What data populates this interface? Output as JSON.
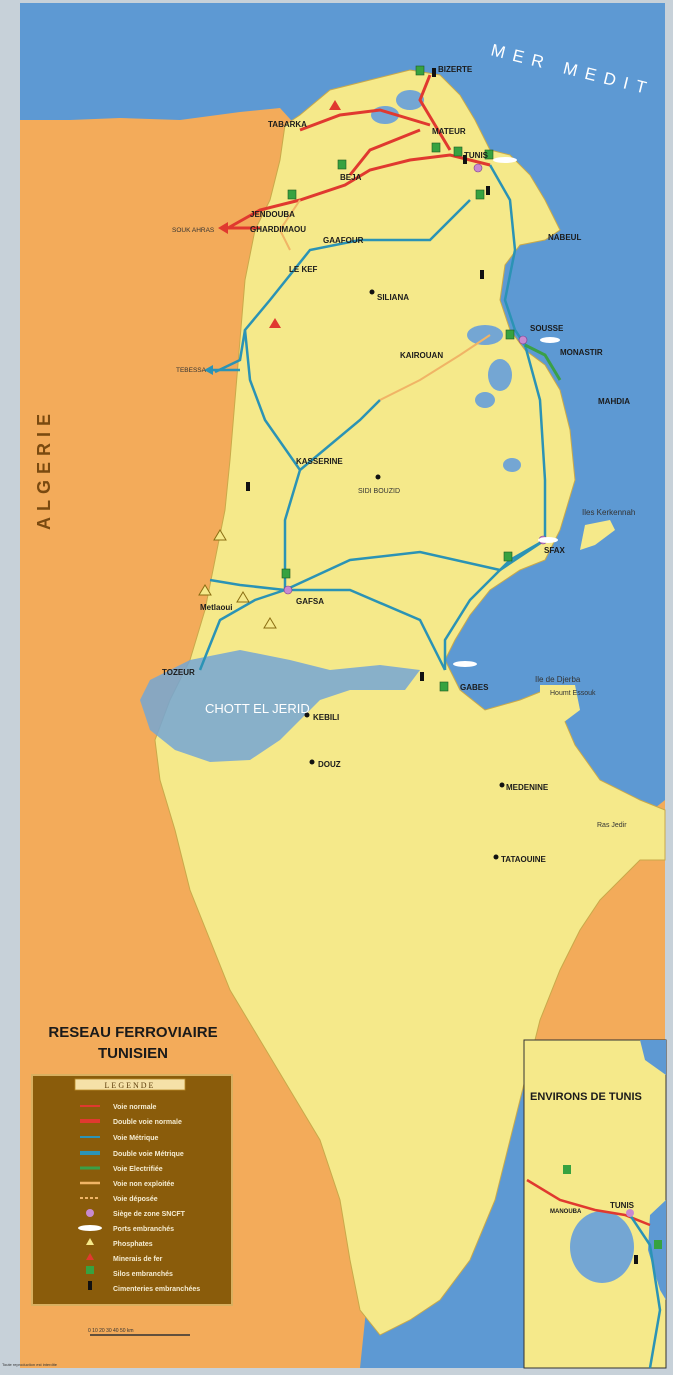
{
  "map": {
    "title_line1": "RESEAU FERROVIAIRE",
    "title_line2": "TUNISIEN",
    "sea_label": "MER MEDIT",
    "country_label": "ALGERIE",
    "lake_label": "CHOTT EL JERID",
    "inset_title": "ENVIRONS DE TUNIS",
    "footer_note": "Toute reproduction est interdite",
    "colors": {
      "sea": "#5d99d3",
      "land": "#f5e98a",
      "algeria": "#f3ab5a",
      "libya": "#f3ab5a",
      "rail_normal": "#e0392f",
      "rail_metric": "#2b93b5",
      "rail_unused": "#f0b466",
      "legend_bg": "#8a5c0b",
      "legend_border": "#d9b060"
    },
    "cities": [
      {
        "name": "BIZERTE"
      },
      {
        "name": "TABARKA"
      },
      {
        "name": "MATEUR"
      },
      {
        "name": "TUNIS"
      },
      {
        "name": "BEJA"
      },
      {
        "name": "JENDOUBA"
      },
      {
        "name": "GHARDIMAOU"
      },
      {
        "name": "SOUK AHRAS"
      },
      {
        "name": "GAAFOUR"
      },
      {
        "name": "NABEUL"
      },
      {
        "name": "LE KEF"
      },
      {
        "name": "SILIANA"
      },
      {
        "name": "SOUSSE"
      },
      {
        "name": "MONASTIR"
      },
      {
        "name": "KAIROUAN"
      },
      {
        "name": "MAHDIA"
      },
      {
        "name": "TEBESSA"
      },
      {
        "name": "KASSERINE"
      },
      {
        "name": "SIDI BOUZID"
      },
      {
        "name": "Iles Kerkennah"
      },
      {
        "name": "SFAX"
      },
      {
        "name": "GAFSA"
      },
      {
        "name": "Metlaoui"
      },
      {
        "name": "TOZEUR"
      },
      {
        "name": "GABES"
      },
      {
        "name": "Ile de Djerba"
      },
      {
        "name": "Houmt Essouk"
      },
      {
        "name": "KEBILI"
      },
      {
        "name": "DOUZ"
      },
      {
        "name": "MEDENINE"
      },
      {
        "name": "Ras Jedir"
      },
      {
        "name": "TATAOUINE"
      },
      {
        "name": "MANOUBA"
      },
      {
        "name": "TUNIS"
      }
    ],
    "legend": {
      "heading": "LEGENDE",
      "items": [
        {
          "label": "Voie normale"
        },
        {
          "label": "Double voie normale"
        },
        {
          "label": "Voie Métrique"
        },
        {
          "label": "Double voie Métrique"
        },
        {
          "label": "Voie Electrifiée"
        },
        {
          "label": "Voie non exploitée"
        },
        {
          "label": "Voie déposée"
        },
        {
          "label": "Siège de zone SNCFT"
        },
        {
          "label": "Ports embranchés"
        },
        {
          "label": "Phosphates"
        },
        {
          "label": "Minerais de fer"
        },
        {
          "label": "Silos embranchés"
        },
        {
          "label": "Cimenteries embranchées"
        }
      ]
    },
    "scale_label": "0   10   20   30   40   50 km"
  }
}
